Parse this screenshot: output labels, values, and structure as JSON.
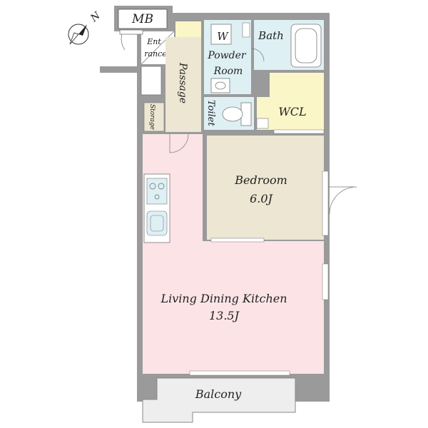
{
  "compass": {
    "letter": "N"
  },
  "rooms": {
    "mb": "MB",
    "entrance_line1": "Ent",
    "entrance_line2": "rance",
    "passage": "Passage",
    "storage": "Storage",
    "powder_w": "W",
    "powder_line1": "Powder",
    "powder_line2": "Room",
    "bath": "Bath",
    "toilet": "Toilet",
    "wcl": "WCL",
    "bedroom_name": "Bedroom",
    "bedroom_size": "6.0J",
    "ldk_name": "Living Dining Kitchen",
    "ldk_size": "13.5J",
    "balcony": "Balcony"
  },
  "colors": {
    "wall": "#9a9a9a",
    "wall_dark": "#8c8c8c",
    "ldk_fill": "#fbe3e6",
    "bedroom_fill": "#ece6d2",
    "passage_fill": "#ece6d2",
    "wet_fill": "#dff0f5",
    "wcl_fill": "#fbf6c8",
    "balcony_fill": "#eeeeee"
  }
}
